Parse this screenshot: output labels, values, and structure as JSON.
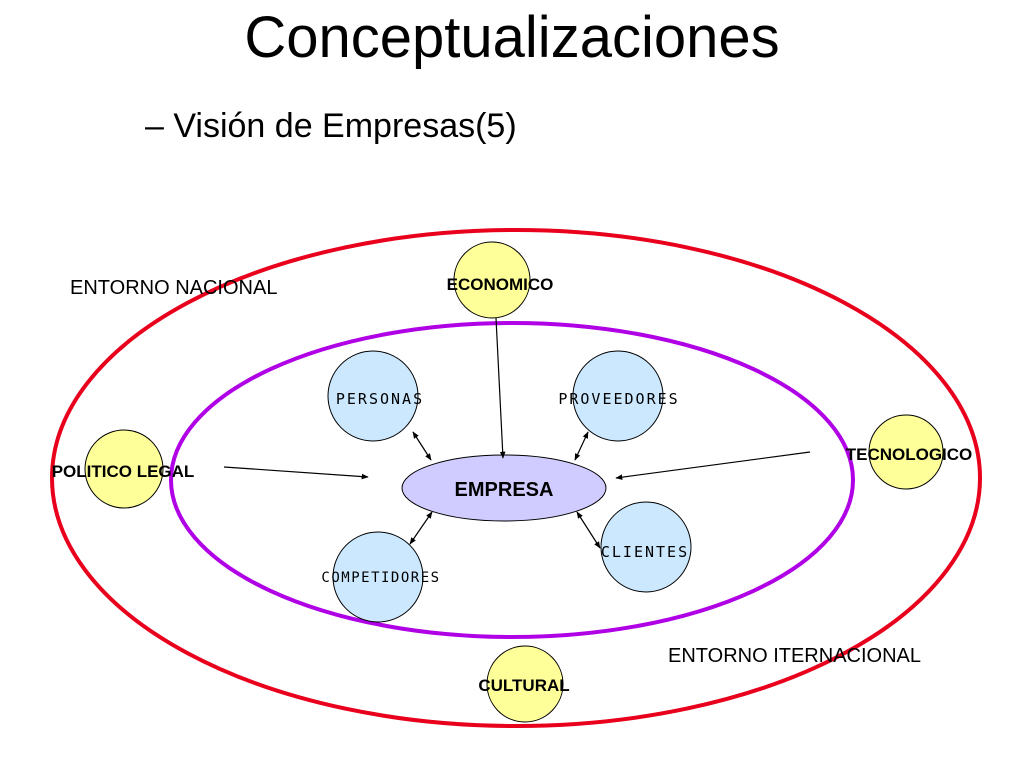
{
  "slide": {
    "title": "Conceptualizaciones",
    "subtitle": "– Visión de Empresas(5)"
  },
  "labels": {
    "entorno_nacional": "ENTORNO NACIONAL",
    "entorno_internacional": "ENTORNO ITERNACIONAL"
  },
  "nodes": {
    "empresa": "EMPRESA",
    "economico": "ECONOMICO",
    "tecnologico": "TECNOLOGICO",
    "politico_legal": "POLITICO LEGAL",
    "cultural": "CULTURAL",
    "personas": "PERSONAS",
    "proveedores": "PROVEEDORES",
    "competidores": "COMPETIDORES",
    "clientes": "CLIENTES"
  },
  "colors": {
    "outer_ring": "#e8001c",
    "inner_ring": "#b000e6",
    "external_factor_fill": "#ffff99",
    "internal_actor_fill": "#cce8ff",
    "empresa_fill": "#d0ccff",
    "stroke": "#000000"
  }
}
